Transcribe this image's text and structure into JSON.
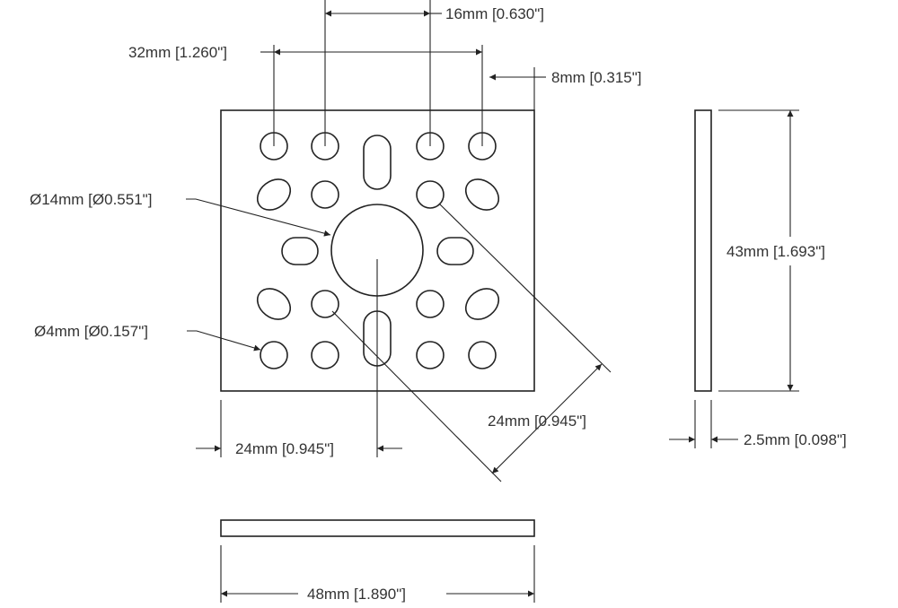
{
  "dimensions": {
    "hole_spacing_inner": "16mm [0.630\"]",
    "hole_spacing_outer": "32mm [1.260\"]",
    "edge_offset": "8mm [0.315\"]",
    "large_hole_diameter": "Ø14mm [Ø0.551\"]",
    "small_hole_diameter": "Ø4mm [Ø0.157\"]",
    "center_offset_horizontal": "24mm [0.945\"]",
    "center_offset_diagonal": "24mm [0.945\"]",
    "height": "43mm [1.693\"]",
    "thickness": "2.5mm [0.098\"]",
    "width": "48mm [1.890\"]"
  },
  "colors": {
    "line": "#222222",
    "text": "#333333",
    "background": "#ffffff"
  }
}
